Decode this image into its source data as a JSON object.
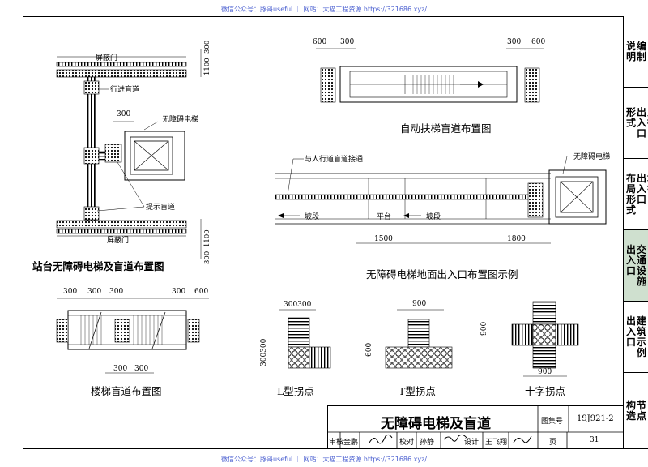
{
  "watermark": "微信公众号：豚哥useful ｜ 网站：大猫工程资源 https://321686.xyz/",
  "side_tabs": [
    {
      "lines": [
        "编制",
        "说明"
      ],
      "active": false
    },
    {
      "lines": [
        "人行",
        "出入口",
        "形式"
      ],
      "active": false
    },
    {
      "lines": [
        "地铁",
        "出入口",
        "布局形式"
      ],
      "active": false
    },
    {
      "lines": [
        "交通设施",
        "出入口"
      ],
      "active": true
    },
    {
      "lines": [
        "建筑示例",
        "出入口"
      ],
      "active": false
    },
    {
      "lines": [
        "节点",
        "构造"
      ],
      "active": false
    }
  ],
  "platform_plan": {
    "caption": "站台无障碍电梯及盲道布置图",
    "label_screen_top": "屏蔽门",
    "label_screen_bottom": "屏蔽门",
    "label_travel": "行进盲道",
    "label_elevator": "无障碍电梯",
    "label_warning": "提示盲道",
    "dim_300": "300",
    "dim_top": "1100",
    "dim_top_small": "300",
    "dim_bottom": "1100",
    "dim_bottom_small": "300"
  },
  "escalator_plan": {
    "caption": "自动扶梯盲道布置图",
    "dims": [
      "600",
      "300",
      "300",
      "600"
    ]
  },
  "ground_plan": {
    "caption": "无障碍电梯地面出入口布置图示例",
    "label_connect": "与人行道盲道接通",
    "label_elevator": "无障碍电梯",
    "label_slope_left": "坡段",
    "label_platform": "平台",
    "label_slope_right": "坡段",
    "dim_left": "1500",
    "dim_right": "1800"
  },
  "stair_plan": {
    "caption": "楼梯盲道布置图",
    "dims_top": [
      "300",
      "300",
      "300",
      "300",
      "600"
    ],
    "dims_bottom": [
      "300",
      "300"
    ]
  },
  "l_turn": {
    "caption": "L型拐点",
    "dim_top": "300300",
    "dim_side": "300300"
  },
  "t_turn": {
    "caption": "T型拐点",
    "dim_top": "900",
    "dim_side": "600"
  },
  "cross_turn": {
    "caption": "十字拐点",
    "dim_side": "900",
    "dim_bottom": "900"
  },
  "title_block": {
    "title": "无障碍电梯及盲道",
    "atlas_label": "图集号",
    "atlas_no": "19J921-2",
    "review_label": "审核",
    "reviewer": "金鹏",
    "check_label": "校对",
    "checker": "孙静",
    "design_label": "设计",
    "designer": "王飞翔",
    "page_label": "页",
    "page_no": "31"
  },
  "colors": {
    "tile": "#000000",
    "active_tab": "#cfe0cf",
    "watermark": "#4a5fd0"
  }
}
